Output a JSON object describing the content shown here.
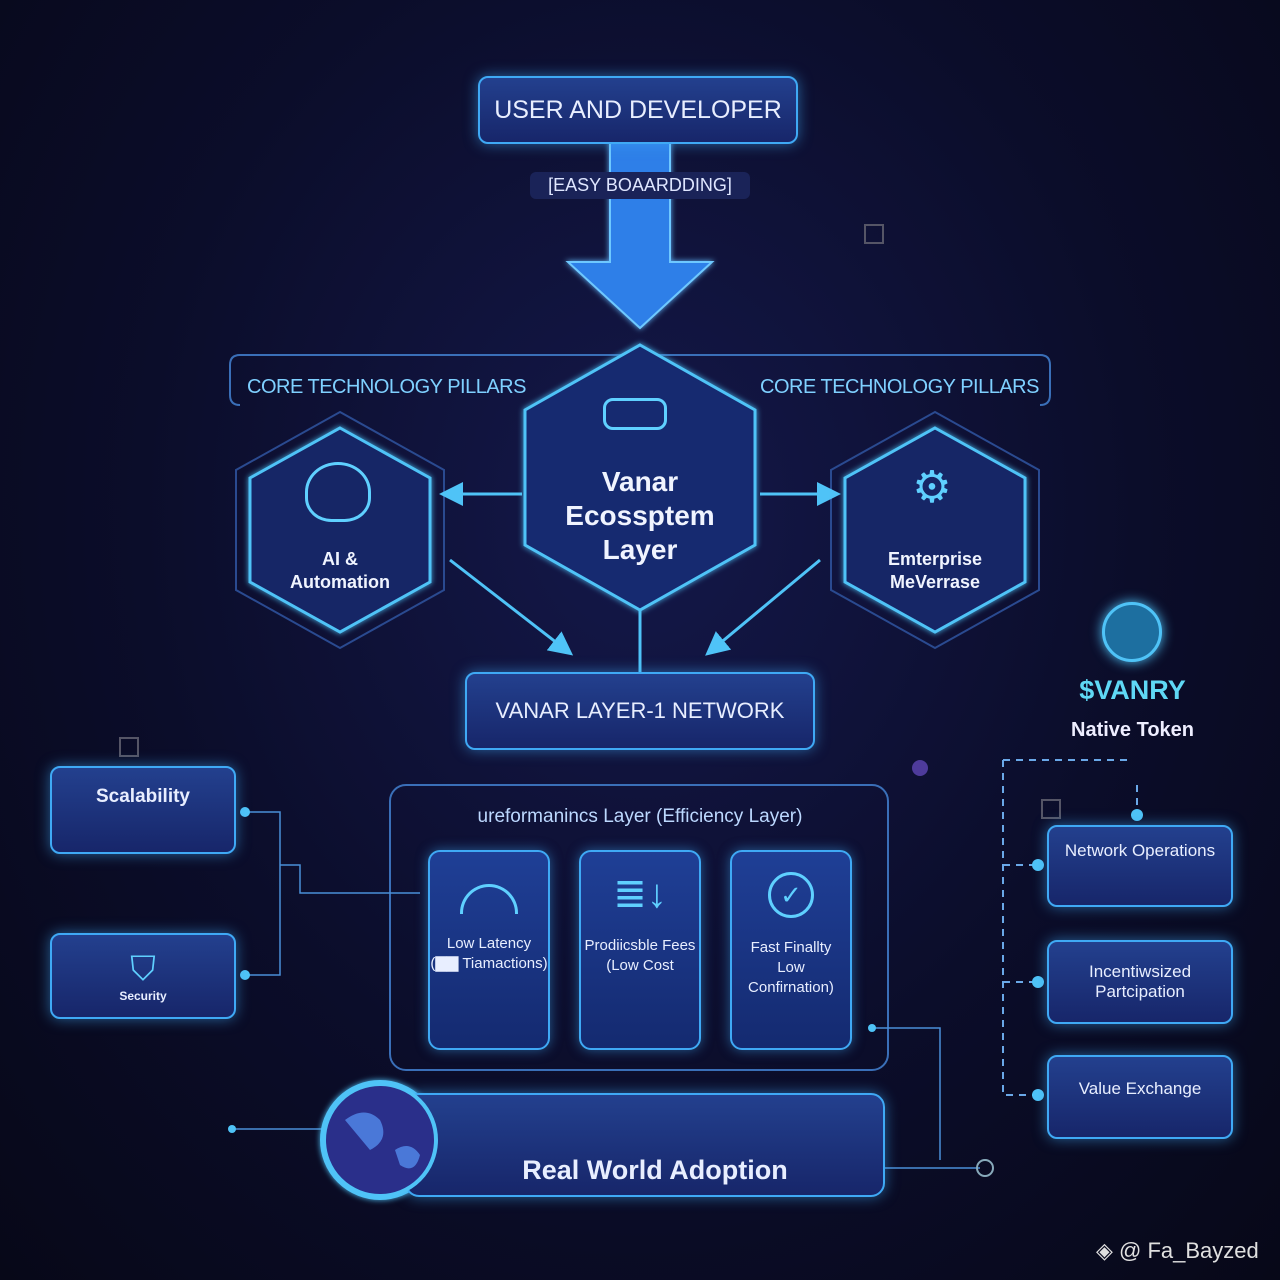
{
  "top_box": "USER AND DEVELOPER",
  "onboarding_label": "[EASY BOAARDDING]",
  "pillars_left": "CORE TECHNOLOGY PILLARS",
  "pillars_right": "CORE TECHNOLOGY PILLARS",
  "center_hex": "Vanar\nEcossptem\nLayer",
  "left_hex": "AI &\nAutomation",
  "right_hex": "Emterprise\nMeVerrase",
  "network": "VANAR LAYER-1 NETWORK",
  "token": {
    "name": "$VANRY",
    "subtitle": "Native Token"
  },
  "left_boxes": {
    "scalability": "Scalability",
    "security": "Security"
  },
  "perf_layer": {
    "title": "ureformanincs Layer (Efficiency Layer)",
    "cards": [
      {
        "icon": "speedometer-icon",
        "text": "Low Latency\n(▇▇ Tiamactions)"
      },
      {
        "icon": "coins-down-icon",
        "text": "Prodiicsble Fees\n(Low Cost"
      },
      {
        "icon": "check-clock-icon",
        "text": "Fast Finallty\nLow\nConfirnation)"
      }
    ]
  },
  "right_boxes": [
    "Network Operations",
    "Incentiwsized\nPartcipation",
    "Value Exchange"
  ],
  "adoption": "Real World Adoption",
  "watermark": "@ Fa_Bayzed",
  "colors": {
    "accent": "#3fa9f5",
    "token": "#5fd8f5"
  }
}
